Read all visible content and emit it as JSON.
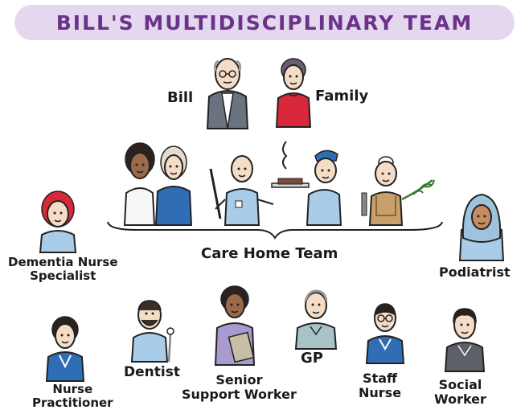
{
  "title": "BILL'S MULTIDISCIPLINARY TEAM",
  "colors": {
    "banner_bg": "#e3d8ee",
    "title_text": "#6a3288",
    "blue": "#2f6db4",
    "light_blue": "#a9cde8",
    "red": "#d8283a",
    "grey_suit": "#6b7380",
    "lilac": "#a99ad1"
  },
  "people": {
    "bill": "Bill",
    "family": "Family",
    "care_home_team": "Care Home Team",
    "dementia_nurse": [
      "Dementia Nurse",
      "Specialist"
    ],
    "podiatrist": "Podiatrist",
    "nurse_practitioner": [
      "Nurse",
      "Practitioner"
    ],
    "dentist": "Dentist",
    "senior_support_worker": [
      "Senior",
      "Support Worker"
    ],
    "gp": "GP",
    "staff_nurse": [
      "Staff",
      "Nurse"
    ],
    "social_worker": [
      "Social",
      "Worker"
    ]
  }
}
